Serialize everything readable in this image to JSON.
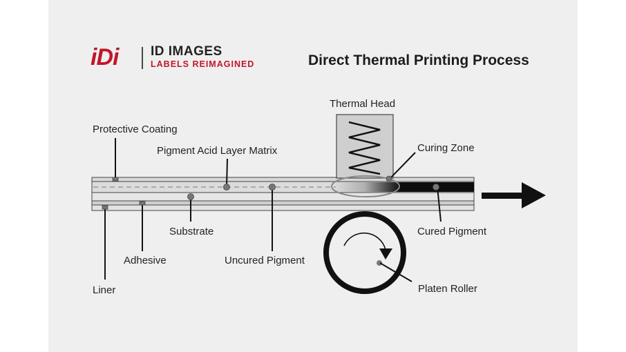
{
  "brand": {
    "mark": "iDi",
    "name": "ID IMAGES",
    "tagline": "LABELS REIMAGINED",
    "color": "#c0162c"
  },
  "title": "Direct Thermal Printing Process",
  "labels": {
    "thermal_head": "Thermal Head",
    "protective_coating": "Protective Coating",
    "pigment_acid_layer_matrix": "Pigment Acid Layer Matrix",
    "curing_zone": "Curing Zone",
    "substrate": "Substrate",
    "cured_pigment": "Cured Pigment",
    "adhesive": "Adhesive",
    "uncured_pigment": "Uncured Pigment",
    "liner": "Liner",
    "platen_roller": "Platen Roller"
  },
  "icons": {
    "direction": "arrow-right-icon",
    "rotation": "rotation-arrow-icon"
  }
}
